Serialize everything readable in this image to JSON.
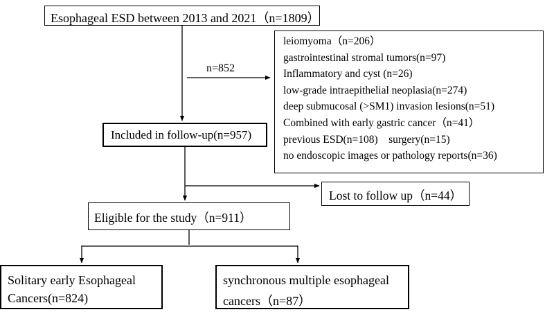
{
  "nodes": {
    "top": "Esophageal ESD between 2013 and 2021（n=1809）",
    "followup": "Included in follow-up(n=957)",
    "lost": "Lost to follow up（n=44）",
    "eligible": "Eligible for the study（n=911）",
    "solitary_line1": "Solitary early Esophageal",
    "solitary_line2": "Cancers(n=824)",
    "multiple_line1": "synchronous multiple esophageal",
    "multiple_line2": "cancers（n=87）"
  },
  "excluded_count_label": "n=852",
  "exclusions": [
    "leiomyoma（n=206）",
    "gastrointestinal stromal tumors(n=97)",
    "Inflammatory and cyst (n=26)",
    "low-grade intraepithelial neoplasia(n=274)",
    "deep submucosal (>SM1) invasion lesions(n=51)",
    "Combined with early gastric cancer（n=41）",
    "previous ESD(n=108)　surgery(n=15)",
    "no endoscopic images or pathology reports(n=36)"
  ]
}
